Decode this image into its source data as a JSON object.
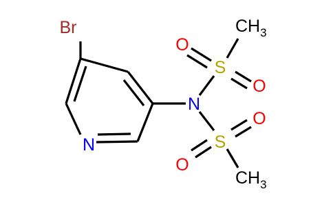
{
  "molecule": {
    "atoms": [
      {
        "id": "br",
        "element": "Br",
        "label": "Br",
        "color": "#A52A2A"
      },
      {
        "id": "n_ring",
        "element": "N",
        "label": "N",
        "color": "#0000FF"
      },
      {
        "id": "n_amide",
        "element": "N",
        "label": "N",
        "color": "#0000FF"
      },
      {
        "id": "s_top",
        "element": "S",
        "label": "S",
        "color": "#B8A100"
      },
      {
        "id": "s_bottom",
        "element": "S",
        "label": "S",
        "color": "#B8A100"
      },
      {
        "id": "o_top_left",
        "element": "O",
        "label": "O",
        "color": "#FF0000"
      },
      {
        "id": "o_top_right",
        "element": "O",
        "label": "O",
        "color": "#FF0000"
      },
      {
        "id": "o_bottom_right",
        "element": "O",
        "label": "O",
        "color": "#FF0000"
      },
      {
        "id": "o_bottom_left",
        "element": "O",
        "label": "O",
        "color": "#FF0000"
      },
      {
        "id": "ch3_top",
        "element": "C",
        "label": "CH",
        "subscript": "3",
        "color": "#000000"
      },
      {
        "id": "ch3_bottom",
        "element": "C",
        "label": "CH",
        "subscript": "3",
        "color": "#000000"
      }
    ],
    "bond_color": "#000000"
  }
}
